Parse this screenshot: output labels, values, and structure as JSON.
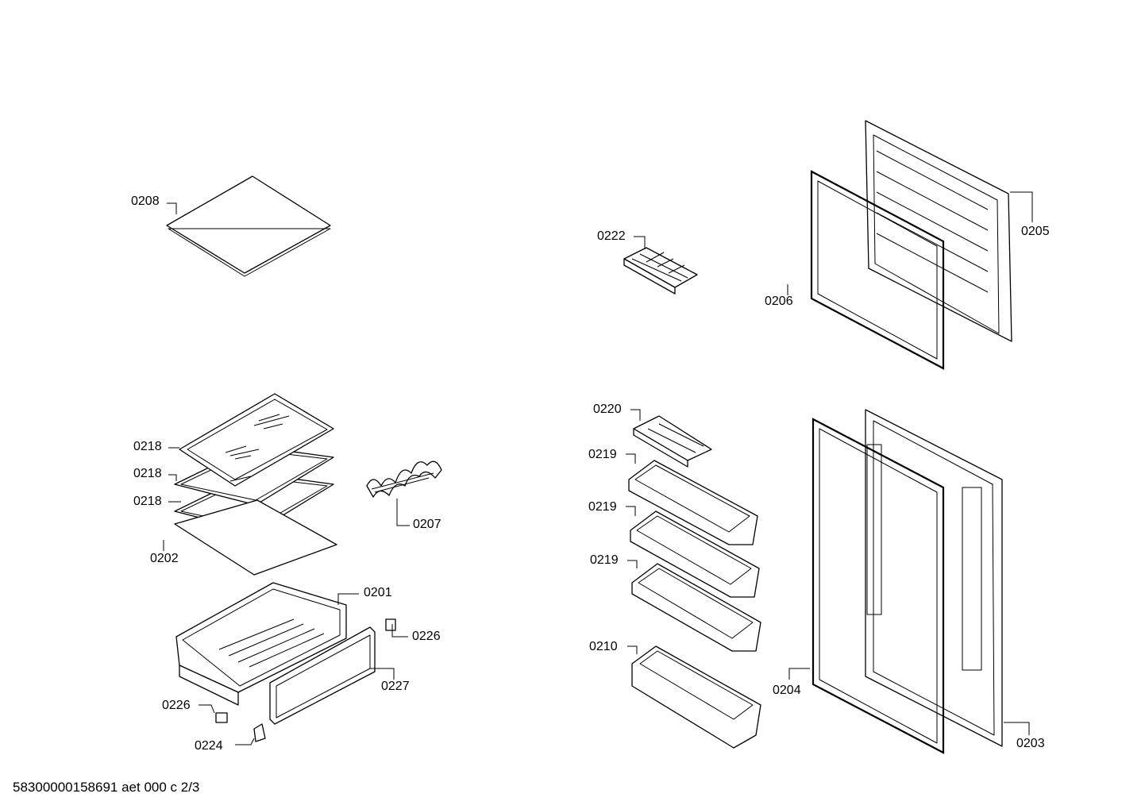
{
  "labels": {
    "l0208": "0208",
    "l0222": "0222",
    "l0205": "0205",
    "l0206": "0206",
    "l0218a": "0218",
    "l0218b": "0218",
    "l0218c": "0218",
    "l0207": "0207",
    "l0202": "0202",
    "l0201": "0201",
    "l0226a": "0226",
    "l0227": "0227",
    "l0226b": "0226",
    "l0224": "0224",
    "l0220": "0220",
    "l0219a": "0219",
    "l0219b": "0219",
    "l0219c": "0219",
    "l0210": "0210",
    "l0204": "0204",
    "l0203": "0203"
  },
  "footer": "58300000158691 aet 000 c 2/3"
}
